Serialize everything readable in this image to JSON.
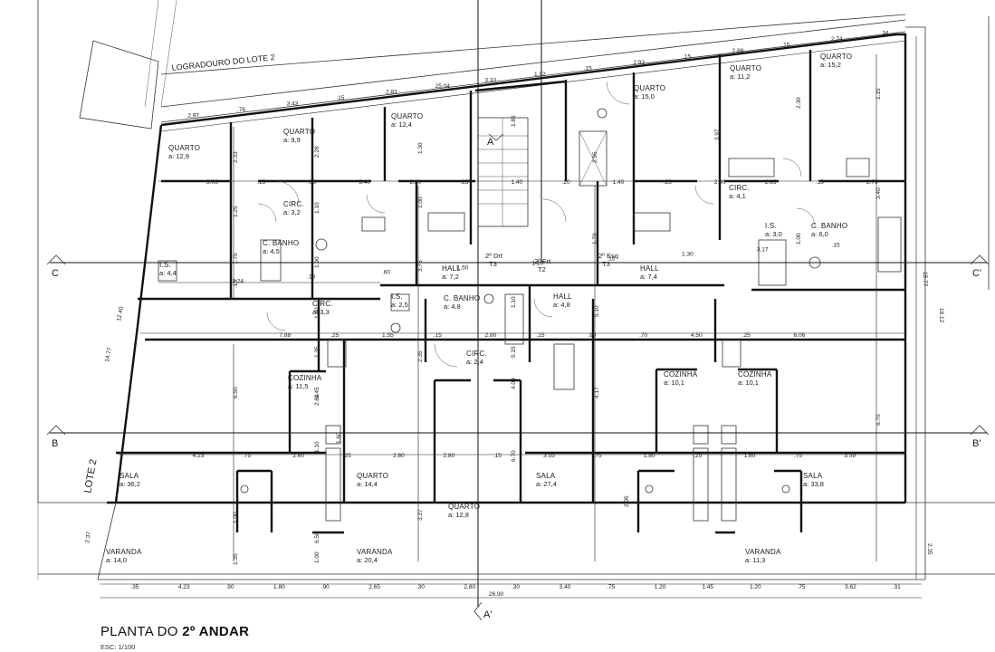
{
  "title": {
    "prefix": "PLANTA DO",
    "floor": "2º ANDAR",
    "scale": "ESC: 1/100"
  },
  "site": {
    "logradouro": "LOGRADOURO DO LOTE 2",
    "lote": "LOTE 2"
  },
  "rooms": [
    {
      "id": "quarto-a",
      "name": "QUARTO",
      "area": "a: 12,9"
    },
    {
      "id": "quarto-b",
      "name": "QUARTO",
      "area": "a: 9,9"
    },
    {
      "id": "quarto-c",
      "name": "QUARTO",
      "area": "a: 12,4"
    },
    {
      "id": "quarto-d",
      "name": "QUARTO",
      "area": "a: 15,0"
    },
    {
      "id": "quarto-e",
      "name": "QUARTO",
      "area": "a: 11,2"
    },
    {
      "id": "quarto-f",
      "name": "QUARTO",
      "area": "a: 15,2"
    },
    {
      "id": "circ-a",
      "name": "CIRC.",
      "area": "a: 3,2"
    },
    {
      "id": "banho-a",
      "name": "C. BANHO",
      "area": "a: 4,5"
    },
    {
      "id": "is-a",
      "name": "I.S.",
      "area": "a: 4,4"
    },
    {
      "id": "circ-b",
      "name": "CIRC.",
      "area": "a: 3,3"
    },
    {
      "id": "hall-a",
      "name": "HALL",
      "area": "a: 7,2"
    },
    {
      "id": "is-b",
      "name": "I.S.",
      "area": "a: 2,5"
    },
    {
      "id": "banho-b",
      "name": "C. BANHO",
      "area": "a: 4,8"
    },
    {
      "id": "hall-b",
      "name": "HALL",
      "area": "a: 4,8"
    },
    {
      "id": "circ-c",
      "name": "CIRC.",
      "area": "a: 2,4"
    },
    {
      "id": "hall-c",
      "name": "HALL",
      "area": "a: 7,4"
    },
    {
      "id": "circ-d",
      "name": "CIRC.",
      "area": "a: 4,1"
    },
    {
      "id": "is-c",
      "name": "I.S.",
      "area": "a: 3,0"
    },
    {
      "id": "banho-c",
      "name": "C. BANHO",
      "area": "a: 6,0"
    },
    {
      "id": "cozinha-a",
      "name": "COZINHA",
      "area": "a: 11,5"
    },
    {
      "id": "cozinha-b",
      "name": "COZINHA",
      "area": "a: 10,1"
    },
    {
      "id": "cozinha-c",
      "name": "COZINHA",
      "area": "a: 10,1"
    },
    {
      "id": "sala-a",
      "name": "SALA",
      "area": "a: 36,2"
    },
    {
      "id": "quarto-g",
      "name": "QUARTO",
      "area": "a: 14,4"
    },
    {
      "id": "quarto-h",
      "name": "QUARTO",
      "area": "a: 12,8"
    },
    {
      "id": "sala-b",
      "name": "SALA",
      "area": "a: 27,4"
    },
    {
      "id": "sala-c",
      "name": "SALA",
      "area": "a: 33,8"
    },
    {
      "id": "varanda-a",
      "name": "VARANDA",
      "area": "a: 14,0"
    },
    {
      "id": "varanda-b",
      "name": "VARANDA",
      "area": "a: 20,4"
    },
    {
      "id": "varanda-c",
      "name": "VARANDA",
      "area": "a: 11,3"
    }
  ],
  "units": [
    {
      "line1": "2º Drt",
      "line2": "T3"
    },
    {
      "line1": "2º Frt",
      "line2": "T2"
    },
    {
      "line1": "2º Esq",
      "line2": "T3"
    }
  ],
  "sections": {
    "c_left": "C",
    "c_right": "C'",
    "b_left": "B",
    "b_right": "B'",
    "a_top": "A",
    "a_bottom": "A'"
  },
  "dimensions": {
    "top_chain": [
      "2.97",
      ".76",
      "3.43",
      ".15",
      "2.83",
      "25.04",
      "3.33",
      "1.92",
      ".15",
      "2.93",
      ".15",
      "2.88",
      ".15",
      "2.74",
      ".34"
    ],
    "row1": [
      "3.03",
      ".15",
      ".60",
      "3.40",
      "2.80",
      ".25",
      "1.40",
      ".20",
      "1.40",
      ".25",
      "2.90",
      "2.85",
      ".15",
      "2.79"
    ],
    "row2": [
      "3.24",
      ".15",
      ".60",
      "1.50",
      "1.10",
      ".15",
      "1.30",
      "3.17",
      ".15"
    ],
    "row3": [
      "7.88",
      ".25",
      "1.55",
      ".15",
      "2.80",
      ".15",
      ".90",
      ".70",
      "4.50",
      ".25",
      "6.06"
    ],
    "row4": [
      "4.23",
      ".75",
      "2.60",
      ".25",
      "2.80",
      "2.80",
      ".15",
      "3.55",
      ".75",
      "1.80",
      ".25",
      "1.80",
      ".75",
      "3.59"
    ],
    "bottom_chain": [
      ".35",
      "4.23",
      ".90",
      "1.80",
      ".90",
      "2.65",
      ".30",
      "2.80",
      ".30",
      "3.40",
      ".75",
      "1.20",
      "1.45",
      "1.20",
      ".75",
      "3.62",
      ".31"
    ],
    "total": "26.90",
    "left_side": [
      "12.40",
      "14.77",
      "2.37"
    ],
    "right_side": [
      "15.77",
      "18.12",
      "2.35"
    ],
    "vertical_misc": [
      "2.33",
      "1.25",
      "1.75",
      ".15",
      "6.50",
      "1.00",
      "1.35",
      "2.28",
      "1.10",
      "1.90",
      "1.40",
      "1.35",
      "3.45",
      "1.10",
      "6.50",
      "1.00",
      "2.84",
      "1.30",
      "1.00",
      "3.75",
      "2.35",
      "3.27",
      "1.85",
      "2.95",
      "1.70",
      "1.10",
      "5.15",
      "4.00",
      "1.60",
      "6.70",
      "5.10",
      "4.17",
      "3.97",
      "2.30",
      "1.15",
      "1.00",
      "3.40",
      "6.70",
      "2.05"
    ]
  }
}
